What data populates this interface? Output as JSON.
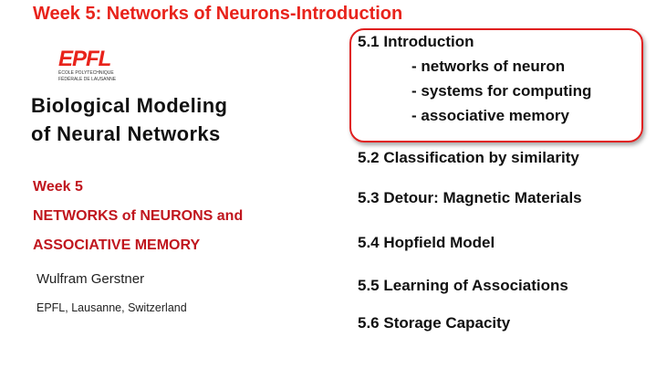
{
  "slide": {
    "title": "Week 5: Networks of Neurons-Introduction",
    "logo": {
      "wordmark": "EPFL",
      "line1": "ÉCOLE POLYTECHNIQUE",
      "line2": "FÉDÉRALE DE LAUSANNE",
      "color": "#e8231b"
    },
    "course_title": [
      "Biological Modeling",
      "of Neural Networks"
    ],
    "week": {
      "label": "Week 5",
      "topic_line1": "NETWORKS of NEURONS and",
      "topic_line2": "ASSOCIATIVE MEMORY"
    },
    "author": "Wulfram Gerstner",
    "affiliation": "EPFL, Lausanne, Switzerland",
    "toc": {
      "intro": "5.1  Introduction",
      "intro_subs": [
        "- networks of neuron",
        "- systems for computing",
        "- associative memory"
      ],
      "items": [
        "5.2  Classification by similarity",
        "5.3  Detour: Magnetic Materials",
        "5.4 Hopfield Model",
        "5.5 Learning of Associations",
        "5.6 Storage Capacity"
      ]
    },
    "colors": {
      "accent_red": "#e8231b",
      "dark_red": "#c0161e",
      "highlight_box": "#e01f1f"
    }
  }
}
